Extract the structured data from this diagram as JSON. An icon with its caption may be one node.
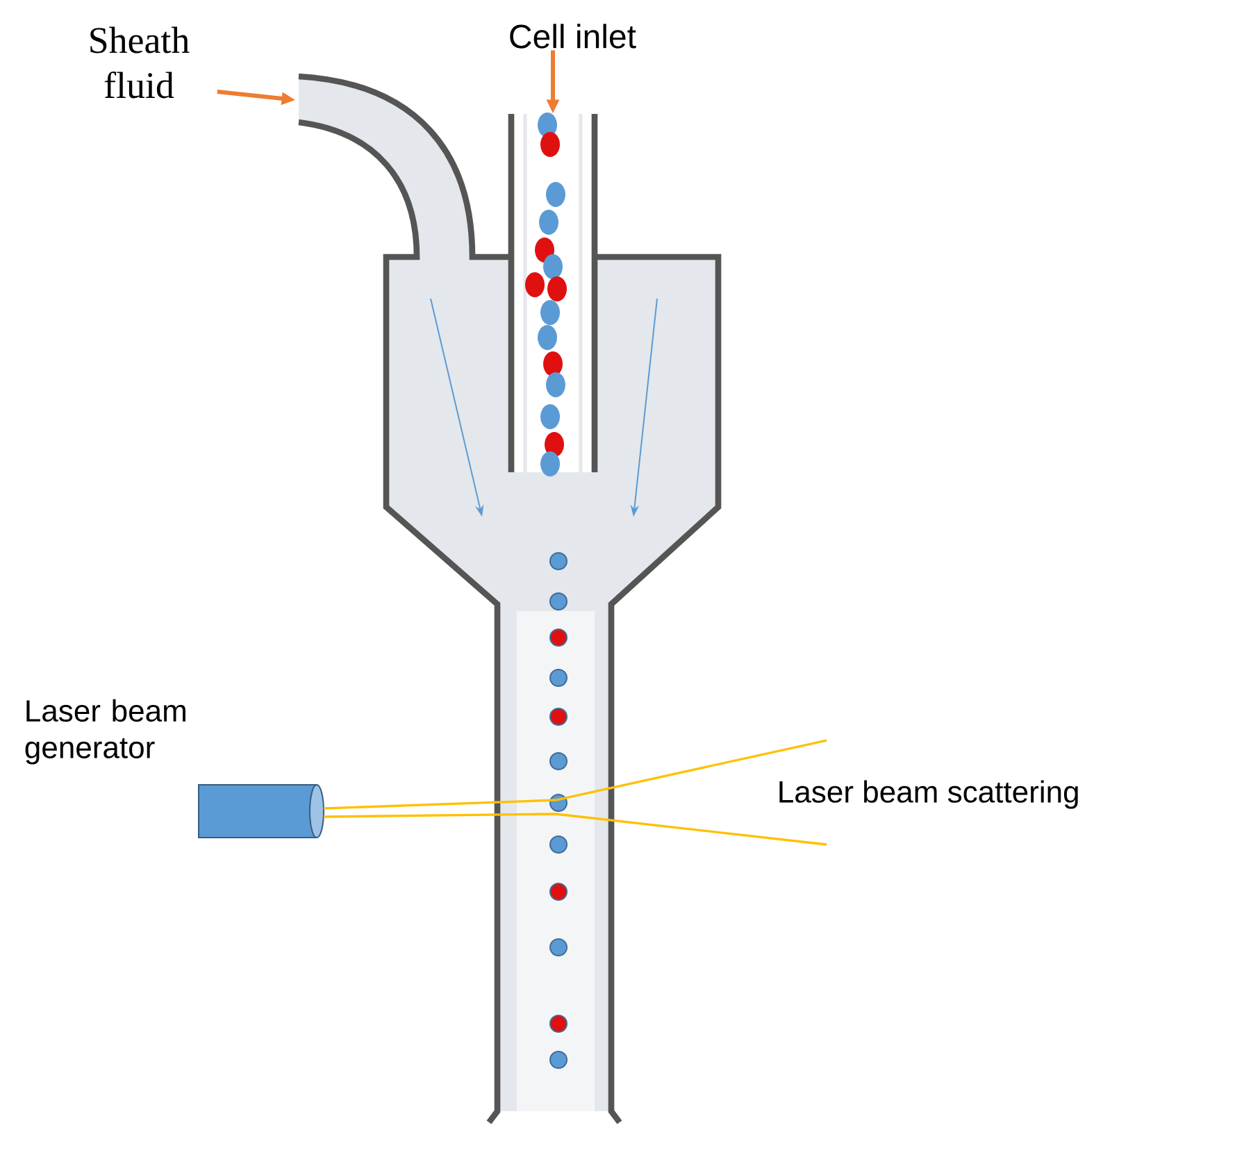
{
  "diagram": {
    "nodes": [
      {
        "text": [
          "Sheath fluid"
        ]
      },
      {
        "text": [
          "Cell inlet"
        ]
      },
      {
        "text": [],
        "shape": "picture"
      },
      {
        "text": [],
        "shape": "box",
        "in": 2
      }
    ],
    "edges": [
      {
        "from": 0,
        "to": 2,
        "arrow": "to"
      },
      {
        "from": 1,
        "to": 3,
        "arrow": "to"
      }
    ],
    "labels": [
      "Laser beam generator",
      "Laser beam scattering"
    ]
  }
}
